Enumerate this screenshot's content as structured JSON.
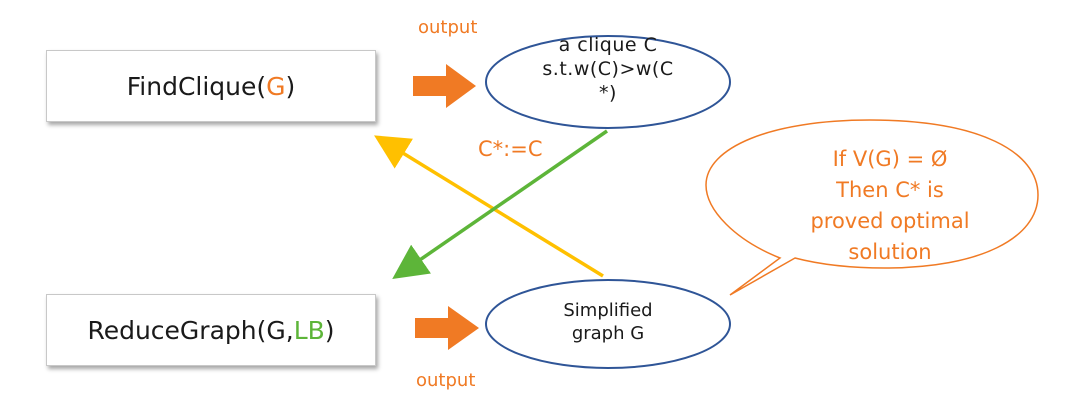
{
  "find_clique": {
    "name": "FindClique(",
    "arg": "G",
    "close": ")"
  },
  "reduce_graph": {
    "name": "ReduceGraph(G,",
    "arg": "LB",
    "close": ")"
  },
  "output_top": "output",
  "output_bottom": "output",
  "clique_ellipse": {
    "lines": [
      "a clique C",
      "s.t.w(C)>w(C",
      "*)"
    ]
  },
  "simplified_ellipse": {
    "lines": [
      "Simplified",
      "graph G"
    ]
  },
  "assign_label": "C*:=C",
  "callout": {
    "lines": [
      "If V(G) = Ø",
      "Then C* is",
      "proved optimal",
      "solution"
    ]
  },
  "colors": {
    "orange": "#F07A24",
    "green": "#5DB539",
    "yellow": "#FFC000",
    "ellipse_stroke": "#2F5597"
  }
}
